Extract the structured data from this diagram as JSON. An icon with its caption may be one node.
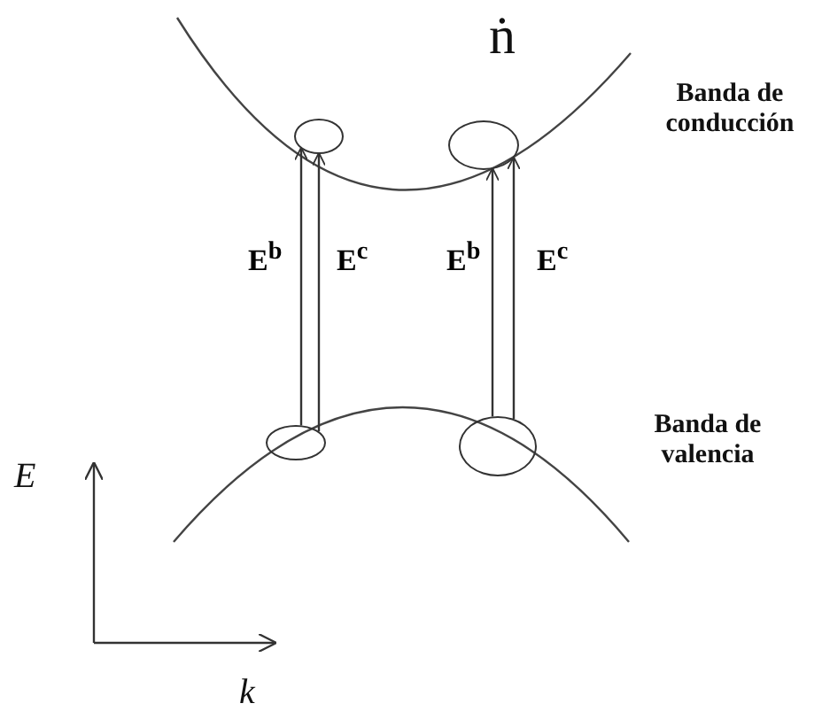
{
  "diagram": {
    "nodes": [
      {
        "text": [],
        "shape": "circle"
      },
      {
        "text": [],
        "shape": "circle"
      },
      {
        "text": [],
        "shape": "circle"
      },
      {
        "text": [],
        "shape": "circle"
      }
    ],
    "edges": [
      {
        "from": 2,
        "to": 0,
        "arrow": "to",
        "label": "E$^{b}$"
      },
      {
        "from": 2,
        "to": 0,
        "arrow": "to",
        "label": "E$^{c}$"
      },
      {
        "from": 3,
        "to": 1,
        "arrow": "to",
        "label": "E$^{b}$"
      },
      {
        "from": 3,
        "to": 1,
        "arrow": "to",
        "label": "E$^{c}$"
      }
    ],
    "labels": [
      "ṅ",
      "Banda de conducción",
      "Banda de valencia",
      "E",
      "k"
    ]
  }
}
